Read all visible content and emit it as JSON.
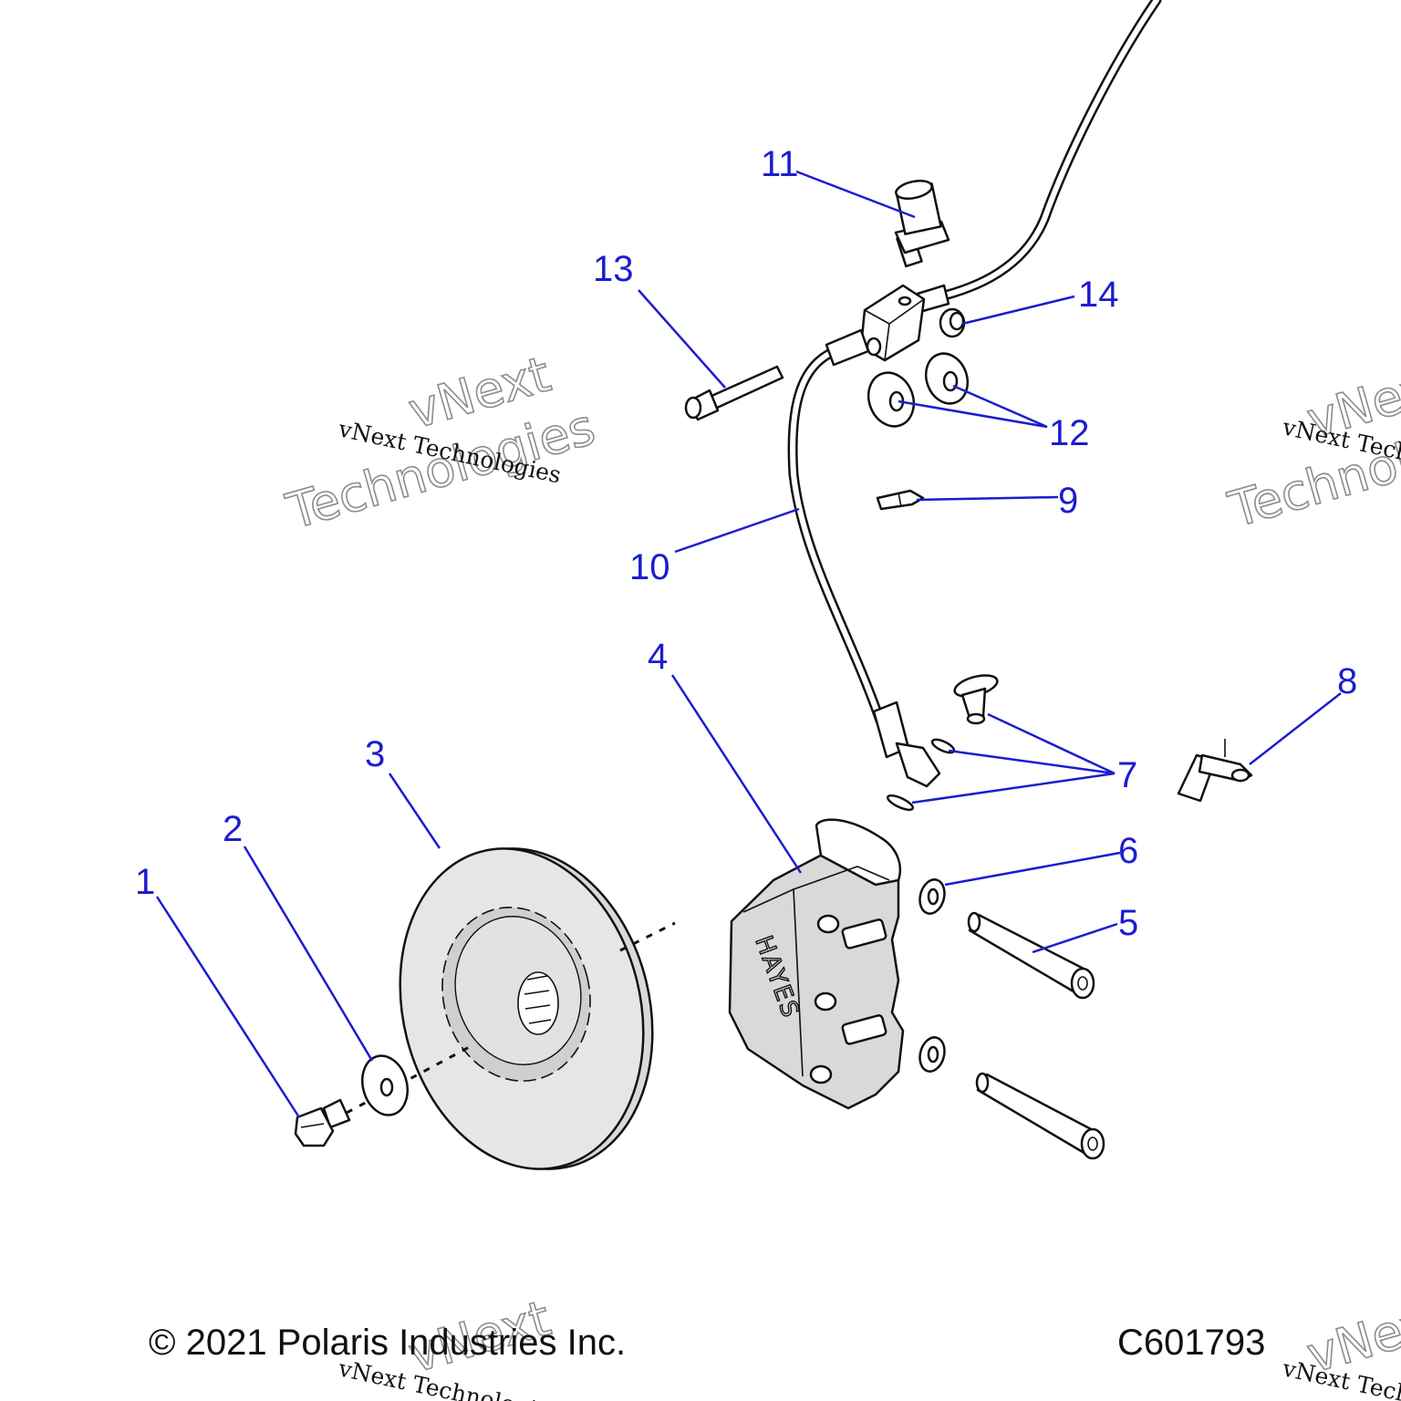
{
  "diagram": {
    "callouts": [
      {
        "id": "1",
        "label": "1"
      },
      {
        "id": "2",
        "label": "2"
      },
      {
        "id": "3",
        "label": "3"
      },
      {
        "id": "4",
        "label": "4"
      },
      {
        "id": "5",
        "label": "5"
      },
      {
        "id": "6",
        "label": "6"
      },
      {
        "id": "7",
        "label": "7"
      },
      {
        "id": "8",
        "label": "8"
      },
      {
        "id": "9",
        "label": "9"
      },
      {
        "id": "10",
        "label": "10"
      },
      {
        "id": "11",
        "label": "11"
      },
      {
        "id": "12",
        "label": "12"
      },
      {
        "id": "13",
        "label": "13"
      },
      {
        "id": "14",
        "label": "14"
      }
    ],
    "caliper_brand": "HAYES",
    "callout_color": "#1c1ccf"
  },
  "watermark": {
    "small": "vNext Technologies",
    "big_line1": "vNext",
    "big_line2": "Technologies"
  },
  "footer": {
    "copyright": "© 2021 Polaris Industries Inc.",
    "figure_code": "C601793"
  }
}
